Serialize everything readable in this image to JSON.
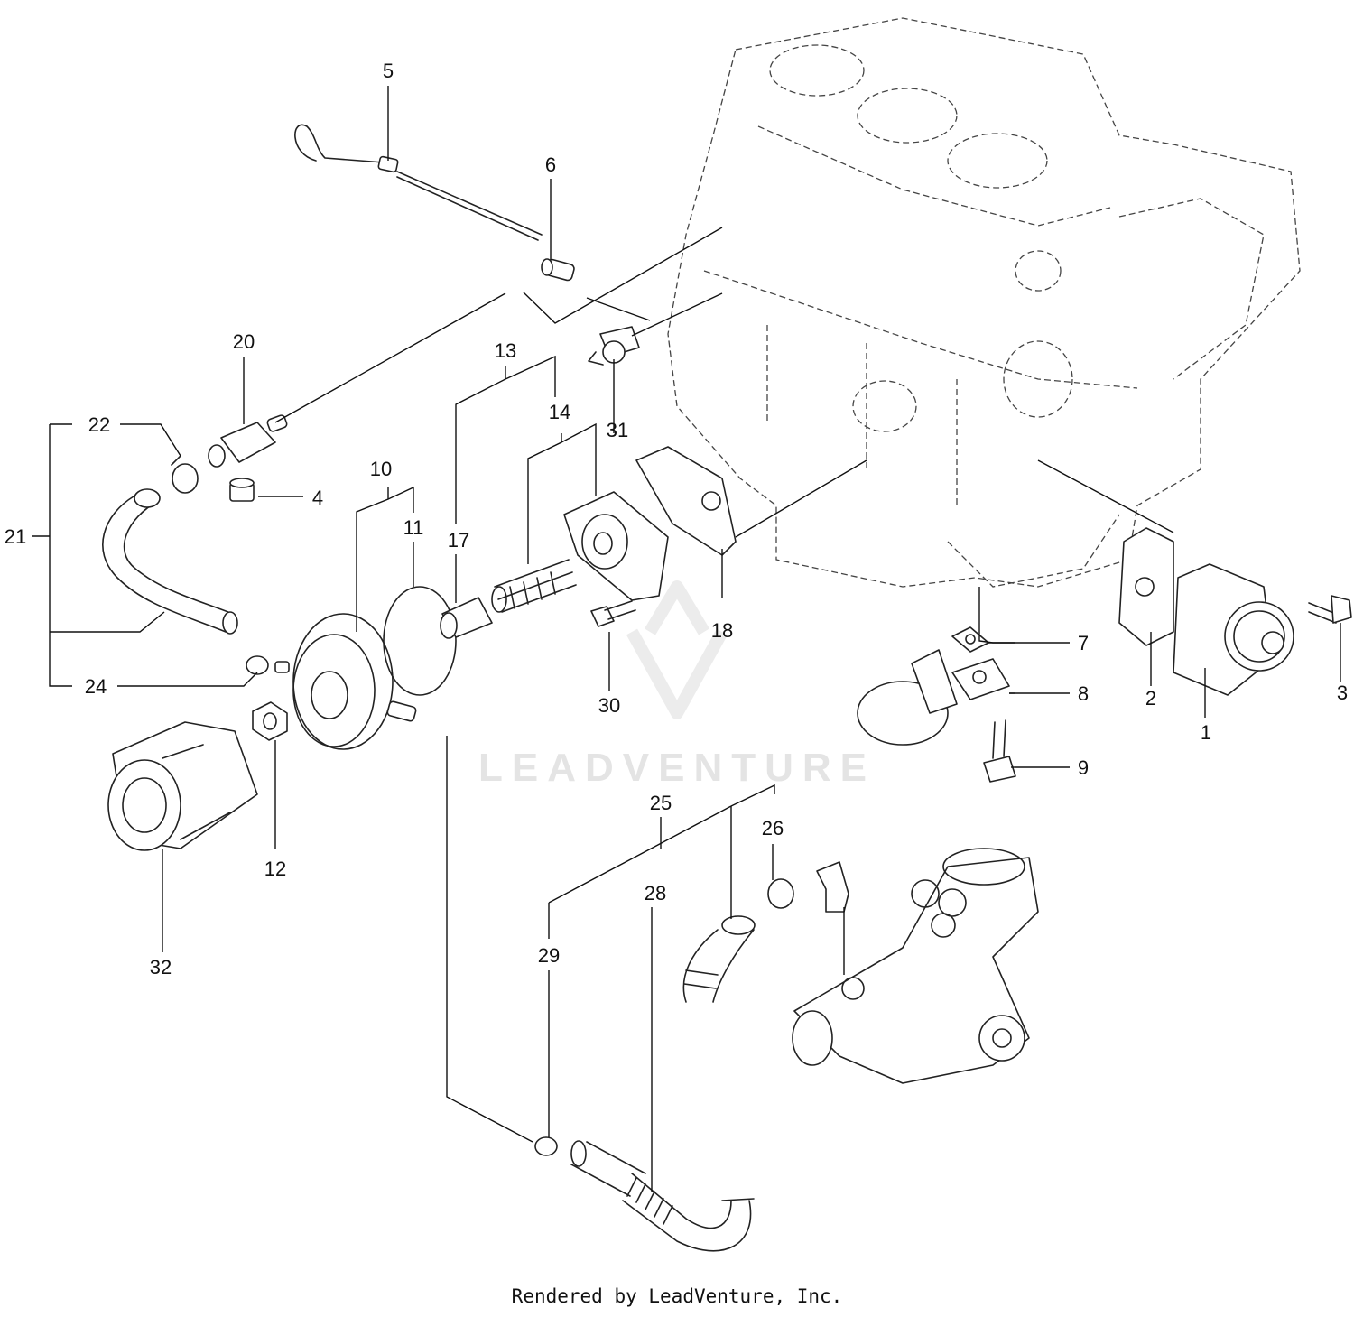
{
  "callouts": {
    "c1": "1",
    "c2": "2",
    "c3": "3",
    "c4": "4",
    "c5": "5",
    "c6": "6",
    "c7": "7",
    "c8": "8",
    "c9": "9",
    "c10": "10",
    "c11": "11",
    "c12": "12",
    "c13": "13",
    "c14": "14",
    "c17": "17",
    "c18": "18",
    "c20": "20",
    "c21": "21",
    "c22": "22",
    "c24": "24",
    "c25": "25",
    "c26": "26",
    "c28": "28",
    "c29": "29",
    "c30": "30",
    "c31": "31",
    "c32": "32"
  },
  "watermark": {
    "text": "LEADVENTURE"
  },
  "footer": {
    "text": "Rendered by LeadVenture, Inc."
  }
}
